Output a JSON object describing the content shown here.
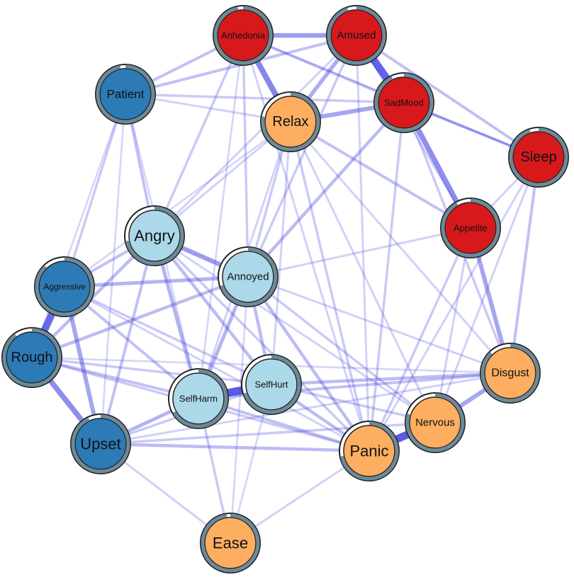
{
  "colors": {
    "depression": "#d7191c",
    "anger": "#2c7bb6",
    "self_harm": "#abd9e9",
    "anxiety": "#fdae61",
    "edge": "#3f3fe0",
    "ring": "#6e8a99"
  },
  "nodes": [
    {
      "id": "Anhedonia",
      "label": "Anhedonia",
      "group": "depression",
      "ring": 0.97
    },
    {
      "id": "Amused",
      "label": "Amused",
      "group": "depression",
      "ring": 0.95
    },
    {
      "id": "SadMood",
      "label": "SadMood",
      "group": "depression",
      "ring": 0.93
    },
    {
      "id": "Sleep",
      "label": "Sleep",
      "group": "depression",
      "ring": 0.95
    },
    {
      "id": "Appetite",
      "label": "Appetite",
      "group": "depression",
      "ring": 0.92
    },
    {
      "id": "Patient",
      "label": "Patient",
      "group": "anger",
      "ring": 0.97
    },
    {
      "id": "Aggressive",
      "label": "Aggressive",
      "group": "anger",
      "ring": 0.88
    },
    {
      "id": "Rough",
      "label": "Rough",
      "group": "anger",
      "ring": 0.9
    },
    {
      "id": "Upset",
      "label": "Upset",
      "group": "anger",
      "ring": 0.93
    },
    {
      "id": "Relax",
      "label": "Relax",
      "group": "anxiety",
      "ring": 0.78
    },
    {
      "id": "Disgust",
      "label": "Disgust",
      "group": "anxiety",
      "ring": 0.88
    },
    {
      "id": "Nervous",
      "label": "Nervous",
      "group": "anxiety",
      "ring": 0.8
    },
    {
      "id": "Panic",
      "label": "Panic",
      "group": "anxiety",
      "ring": 0.72
    },
    {
      "id": "Ease",
      "label": "Ease",
      "group": "anxiety",
      "ring": 0.98
    },
    {
      "id": "Angry",
      "label": "Angry",
      "group": "self_harm",
      "ring": 0.72
    },
    {
      "id": "Annoyed",
      "label": "Annoyed",
      "group": "self_harm",
      "ring": 0.7
    },
    {
      "id": "SelfHarm",
      "label": "SelfHarm",
      "group": "self_harm",
      "ring": 0.67
    },
    {
      "id": "SelfHurt",
      "label": "SelfHurt",
      "group": "self_harm",
      "ring": 0.7
    }
  ],
  "edges": [
    [
      "Amused",
      "SadMood",
      0.9
    ],
    [
      "SelfHarm",
      "SelfHurt",
      0.95
    ],
    [
      "Nervous",
      "Panic",
      0.95
    ],
    [
      "Aggressive",
      "Rough",
      0.85
    ],
    [
      "Anhedonia",
      "Relax",
      0.65
    ],
    [
      "SadMood",
      "Appetite",
      0.6
    ],
    [
      "Rough",
      "Upset",
      0.6
    ],
    [
      "Anhedonia",
      "Amused",
      0.5
    ],
    [
      "Angry",
      "Annoyed",
      0.5
    ],
    [
      "Nervous",
      "Disgust",
      0.45
    ],
    [
      "Relax",
      "SadMood",
      0.45
    ],
    [
      "Appetite",
      "Disgust",
      0.45
    ],
    [
      "Aggressive",
      "Upset",
      0.45
    ],
    [
      "Relax",
      "Amused",
      0.4
    ],
    [
      "Annoyed",
      "SelfHarm",
      0.35
    ],
    [
      "Angry",
      "SelfHarm",
      0.35
    ],
    [
      "Aggressive",
      "Annoyed",
      0.35
    ],
    [
      "Upset",
      "SelfHarm",
      0.35
    ],
    [
      "Rough",
      "Annoyed",
      0.3
    ],
    [
      "Annoyed",
      "SelfHurt",
      0.3
    ],
    [
      "Angry",
      "SelfHurt",
      0.3
    ],
    [
      "Upset",
      "Panic",
      0.3
    ],
    [
      "SelfHurt",
      "Panic",
      0.3
    ],
    [
      "Annoyed",
      "Panic",
      0.3
    ],
    [
      "Angry",
      "Rough",
      0.3
    ],
    [
      "Sleep",
      "Disgust",
      0.25
    ],
    [
      "Sleep",
      "SadMood",
      0.25
    ],
    [
      "Amused",
      "Sleep",
      0.25
    ],
    [
      "Patient",
      "Anhedonia",
      0.25
    ],
    [
      "Patient",
      "Amused",
      0.25
    ],
    [
      "Patient",
      "SadMood",
      0.2
    ],
    [
      "Patient",
      "Angry",
      0.25
    ],
    [
      "Patient",
      "Aggressive",
      0.2
    ],
    [
      "Relax",
      "Appetite",
      0.25
    ],
    [
      "Relax",
      "Annoyed",
      0.2
    ],
    [
      "Relax",
      "Panic",
      0.2
    ],
    [
      "Anhedonia",
      "Annoyed",
      0.2
    ],
    [
      "Anhedonia",
      "Angry",
      0.2
    ],
    [
      "Amused",
      "Annoyed",
      0.2
    ],
    [
      "SadMood",
      "Annoyed",
      0.3
    ],
    [
      "SadMood",
      "Panic",
      0.2
    ],
    [
      "SadMood",
      "Disgust",
      0.2
    ],
    [
      "Angry",
      "Aggressive",
      0.25
    ],
    [
      "Angry",
      "Upset",
      0.25
    ],
    [
      "Aggressive",
      "SelfHarm",
      0.25
    ],
    [
      "Aggressive",
      "SelfHurt",
      0.2
    ],
    [
      "Rough",
      "SelfHarm",
      0.25
    ],
    [
      "Rough",
      "SelfHurt",
      0.2
    ],
    [
      "Upset",
      "SelfHurt",
      0.2
    ],
    [
      "Upset",
      "Nervous",
      0.2
    ],
    [
      "SelfHarm",
      "Disgust",
      0.25
    ],
    [
      "SelfHurt",
      "Disgust",
      0.3
    ],
    [
      "SelfHurt",
      "Nervous",
      0.2
    ],
    [
      "SelfHarm",
      "Panic",
      0.25
    ],
    [
      "SelfHarm",
      "Ease",
      0.2
    ],
    [
      "Upset",
      "Ease",
      0.15
    ],
    [
      "Ease",
      "Panic",
      0.15
    ],
    [
      "Annoyed",
      "Nervous",
      0.2
    ],
    [
      "Annoyed",
      "Disgust",
      0.15
    ],
    [
      "Angry",
      "Panic",
      0.2
    ],
    [
      "Angry",
      "Nervous",
      0.15
    ],
    [
      "Appetite",
      "Panic",
      0.2
    ],
    [
      "Appetite",
      "Nervous",
      0.15
    ],
    [
      "Sleep",
      "Panic",
      0.15
    ],
    [
      "Sleep",
      "Appetite",
      0.15
    ],
    [
      "Sleep",
      "Nervous",
      0.15
    ],
    [
      "Relax",
      "Nervous",
      0.15
    ],
    [
      "Relax",
      "Disgust",
      0.15
    ],
    [
      "Relax",
      "SelfHurt",
      0.15
    ],
    [
      "Anhedonia",
      "SadMood",
      0.25
    ],
    [
      "Anhedonia",
      "Panic",
      0.15
    ],
    [
      "Amused",
      "Panic",
      0.15
    ],
    [
      "Patient",
      "Relax",
      0.15
    ],
    [
      "Patient",
      "Rough",
      0.12
    ],
    [
      "Patient",
      "SelfHarm",
      0.12
    ],
    [
      "Patient",
      "Upset",
      0.12
    ],
    [
      "Rough",
      "Panic",
      0.2
    ],
    [
      "Aggressive",
      "Panic",
      0.15
    ],
    [
      "Upset",
      "Disgust",
      0.15
    ],
    [
      "Rough",
      "Disgust",
      0.12
    ],
    [
      "Angry",
      "Relax",
      0.15
    ],
    [
      "SelfHurt",
      "Ease",
      0.12
    ],
    [
      "Annoyed",
      "Ease",
      0.12
    ],
    [
      "Annoyed",
      "Appetite",
      0.15
    ],
    [
      "Amused",
      "Appetite",
      0.15
    ],
    [
      "Anhedonia",
      "Sleep",
      0.12
    ],
    [
      "SadMood",
      "Sleep",
      0.15
    ],
    [
      "Angry",
      "Amused",
      0.15
    ],
    [
      "Aggressive",
      "Relax",
      0.12
    ],
    [
      "Relax",
      "SelfHarm",
      0.15
    ],
    [
      "Anhedonia",
      "SelfHarm",
      0.12
    ]
  ]
}
